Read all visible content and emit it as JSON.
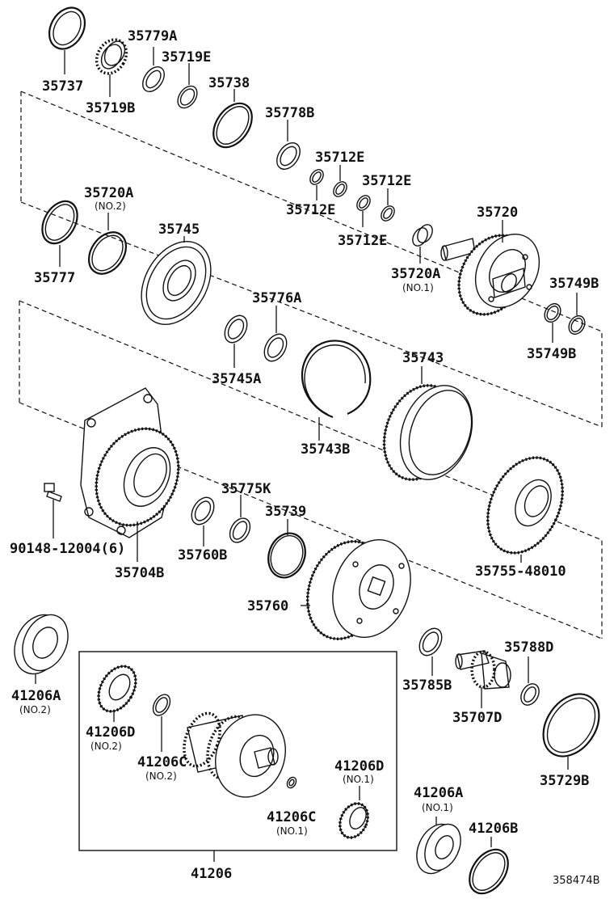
{
  "diagram": {
    "reference_code": "358474B",
    "colors": {
      "line": "#111111",
      "background": "#ffffff"
    },
    "labels": [
      {
        "id": "35737",
        "text": "35737"
      },
      {
        "id": "35719B",
        "text": "35719B"
      },
      {
        "id": "35779A",
        "text": "35779A"
      },
      {
        "id": "35719E",
        "text": "35719E"
      },
      {
        "id": "35738",
        "text": "35738"
      },
      {
        "id": "35778B",
        "text": "35778B"
      },
      {
        "id": "35712E_1",
        "text": "35712E"
      },
      {
        "id": "35712E_2",
        "text": "35712E"
      },
      {
        "id": "35712E_3",
        "text": "35712E"
      },
      {
        "id": "35712E_4",
        "text": "35712E"
      },
      {
        "id": "35720A_no2",
        "text": "35720A",
        "sub": "(NO.2)"
      },
      {
        "id": "35777",
        "text": "35777"
      },
      {
        "id": "35745",
        "text": "35745"
      },
      {
        "id": "35720",
        "text": "35720"
      },
      {
        "id": "35720A_no1",
        "text": "35720A",
        "sub": "(NO.1)"
      },
      {
        "id": "35749B_1",
        "text": "35749B"
      },
      {
        "id": "35749B_2",
        "text": "35749B"
      },
      {
        "id": "35776A",
        "text": "35776A"
      },
      {
        "id": "35745A",
        "text": "35745A"
      },
      {
        "id": "35743",
        "text": "35743"
      },
      {
        "id": "35743B",
        "text": "35743B"
      },
      {
        "id": "35775K",
        "text": "35775K"
      },
      {
        "id": "35739",
        "text": "35739"
      },
      {
        "id": "90148",
        "text": "90148-12004(6)"
      },
      {
        "id": "35760B",
        "text": "35760B"
      },
      {
        "id": "35704B",
        "text": "35704B"
      },
      {
        "id": "35755",
        "text": "35755-48010"
      },
      {
        "id": "35760",
        "text": "35760"
      },
      {
        "id": "41206A_no2",
        "text": "41206A",
        "sub": "(NO.2)"
      },
      {
        "id": "41206D_no2",
        "text": "41206D",
        "sub": "(NO.2)"
      },
      {
        "id": "41206C_no2",
        "text": "41206C",
        "sub": "(NO.2)"
      },
      {
        "id": "41206D_no1",
        "text": "41206D",
        "sub": "(NO.1)"
      },
      {
        "id": "41206C_no1",
        "text": "41206C",
        "sub": "(NO.1)"
      },
      {
        "id": "41206",
        "text": "41206"
      },
      {
        "id": "35785B",
        "text": "35785B"
      },
      {
        "id": "35788D",
        "text": "35788D"
      },
      {
        "id": "35707D",
        "text": "35707D"
      },
      {
        "id": "35729B",
        "text": "35729B"
      },
      {
        "id": "41206A_no1",
        "text": "41206A",
        "sub": "(NO.1)"
      },
      {
        "id": "41206B",
        "text": "41206B"
      }
    ]
  }
}
